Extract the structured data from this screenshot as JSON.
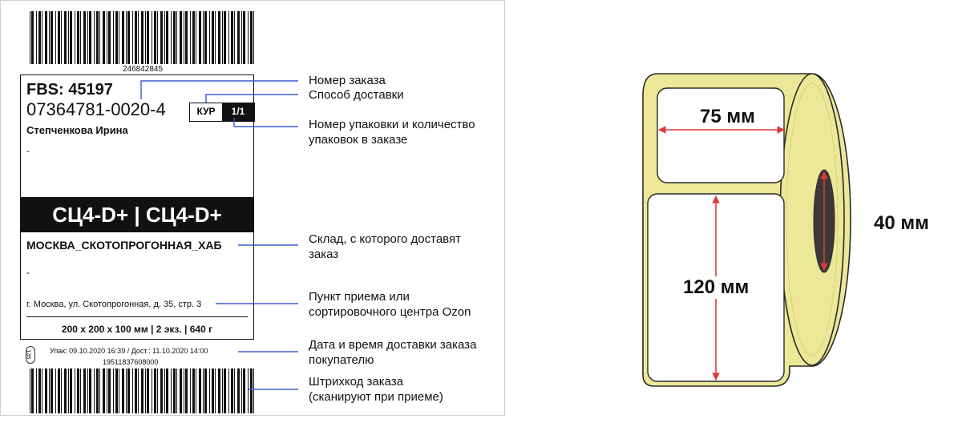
{
  "label": {
    "top_barcode_number": "246842845",
    "fbs": "FBS: 45197",
    "order_number": "07364781-0020-4",
    "delivery_method": "КУР",
    "package_count": "1/1",
    "recipient": "Степченкова Ирина",
    "dash1": "-",
    "sort_code": "СЦ4-D+ | СЦ4-D+",
    "warehouse": "МОСКВА_СКОТОПРОГОННАЯ_ХАБ",
    "dash2": "-",
    "address": "г. Москва, ул. Скотопрогонная, д. 35, стр. 3",
    "dims": "200 x 200 x 100 мм | 2 экз. | 640 г",
    "seal_number": "135",
    "dates": "Упак: 09.10.2020 16:39 / Дост.: 11.10.2020 14:00",
    "bottom_barcode_number": "19511837608000"
  },
  "annotations": {
    "order_number": "Номер заказа",
    "delivery_method": "Способ доставки",
    "package_number": [
      "Номер упаковки и количество",
      "упаковок в заказе"
    ],
    "warehouse": [
      "Склад, с которого доставят",
      "заказ"
    ],
    "pickup_point": [
      "Пункт приема или",
      "сортировочного центра Ozon"
    ],
    "delivery_date": [
      "Дата и время доставки заказа",
      "покупателю"
    ],
    "barcode": [
      "Штрихкод заказа",
      "(сканируют при приеме)"
    ]
  },
  "roll": {
    "width_label": "75 мм",
    "height_label": "120 мм",
    "core_label": "40 мм"
  },
  "colors": {
    "annotation_line": "#3b5bd6",
    "roll_fill": "#ece898",
    "roll_edge": "#d9d27a",
    "arrow": "#d93a3a",
    "band": "#111111"
  }
}
